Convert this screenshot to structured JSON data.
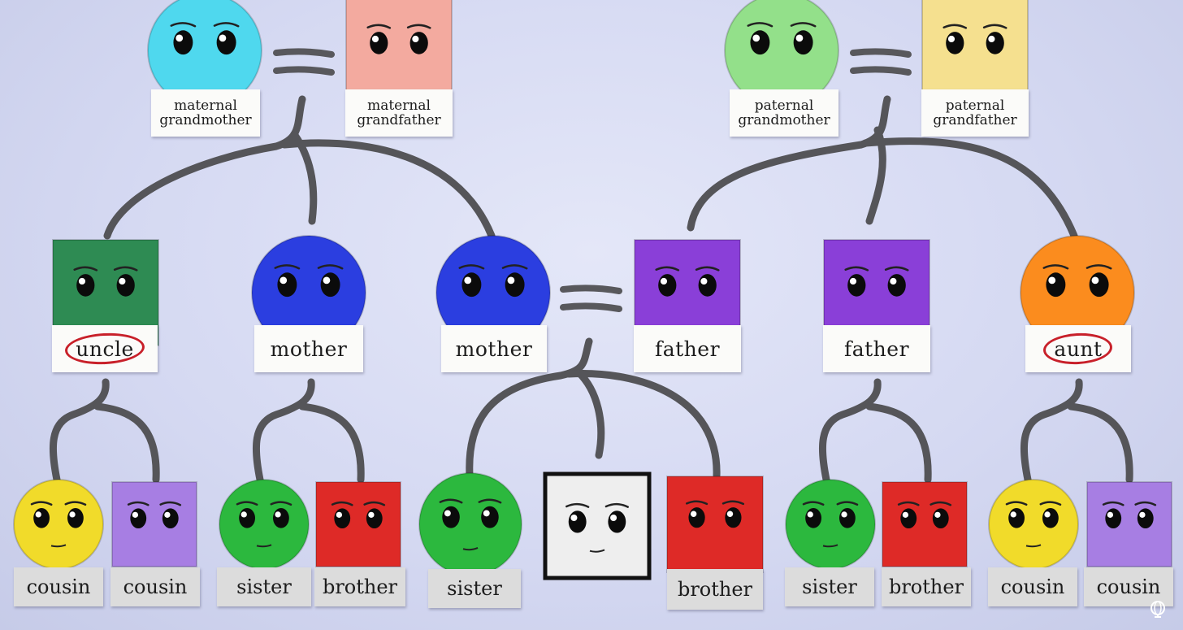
{
  "people": [
    {
      "id": "maternal-grandmother",
      "shape": "circle",
      "color": "#4fd8ee",
      "label": "maternal\ngrandmother",
      "size": "small",
      "circled": false
    },
    {
      "id": "maternal-grandfather",
      "shape": "square",
      "color": "#f3aa9f",
      "label": "maternal\ngrandfather",
      "size": "small",
      "circled": false
    },
    {
      "id": "paternal-grandmother",
      "shape": "circle",
      "color": "#93e08a",
      "label": "paternal\ngrandmother",
      "size": "small",
      "circled": false
    },
    {
      "id": "paternal-grandfather",
      "shape": "square",
      "color": "#f5e08f",
      "label": "paternal\ngrandfather",
      "size": "small",
      "circled": false
    },
    {
      "id": "uncle",
      "shape": "square",
      "color": "#2e8b53",
      "label": "uncle",
      "size": "big",
      "circled": true
    },
    {
      "id": "mother-1",
      "shape": "circle",
      "color": "#2b3ee0",
      "label": "mother",
      "size": "big",
      "circled": false
    },
    {
      "id": "mother-2",
      "shape": "circle",
      "color": "#2b3ee0",
      "label": "mother",
      "size": "big",
      "circled": false
    },
    {
      "id": "father-1",
      "shape": "square",
      "color": "#8a3fd8",
      "label": "father",
      "size": "big",
      "circled": false
    },
    {
      "id": "father-2",
      "shape": "square",
      "color": "#8a3fd8",
      "label": "father",
      "size": "big",
      "circled": false
    },
    {
      "id": "aunt",
      "shape": "circle",
      "color": "#fb8c1e",
      "label": "aunt",
      "size": "big",
      "circled": true
    },
    {
      "id": "cousin-1",
      "shape": "circle",
      "color": "#f1db2a",
      "label": "cousin",
      "size": "med",
      "circled": false
    },
    {
      "id": "cousin-2",
      "shape": "square",
      "color": "#a77ee3",
      "label": "cousin",
      "size": "med",
      "circled": false
    },
    {
      "id": "sister-1",
      "shape": "circle",
      "color": "#2cb83e",
      "label": "sister",
      "size": "med",
      "circled": false
    },
    {
      "id": "brother-1",
      "shape": "square",
      "color": "#de2a27",
      "label": "brother",
      "size": "med",
      "circled": false
    },
    {
      "id": "sister-2",
      "shape": "circle",
      "color": "#2cb83e",
      "label": "sister",
      "size": "med",
      "circled": false
    },
    {
      "id": "self",
      "shape": "square",
      "color": "#eeeeee",
      "label": "",
      "size": "med",
      "circled": false
    },
    {
      "id": "brother-2",
      "shape": "square",
      "color": "#de2a27",
      "label": "brother",
      "size": "med",
      "circled": false
    },
    {
      "id": "sister-3",
      "shape": "circle",
      "color": "#2cb83e",
      "label": "sister",
      "size": "med",
      "circled": false
    },
    {
      "id": "brother-3",
      "shape": "square",
      "color": "#de2a27",
      "label": "brother",
      "size": "med",
      "circled": false
    },
    {
      "id": "cousin-3",
      "shape": "circle",
      "color": "#f1db2a",
      "label": "cousin",
      "size": "med",
      "circled": false
    },
    {
      "id": "cousin-4",
      "shape": "square",
      "color": "#a77ee3",
      "label": "cousin",
      "size": "med",
      "circled": false
    }
  ],
  "colors": {
    "branch": "#555559",
    "equals": "#58585c",
    "circle_mark": "#c8202a",
    "label_bg": "#fbfbf9",
    "label_gray": "#dcdcdc",
    "self_outline": "#111111"
  },
  "icons": {
    "corner_logo": "globe-logo-icon"
  }
}
